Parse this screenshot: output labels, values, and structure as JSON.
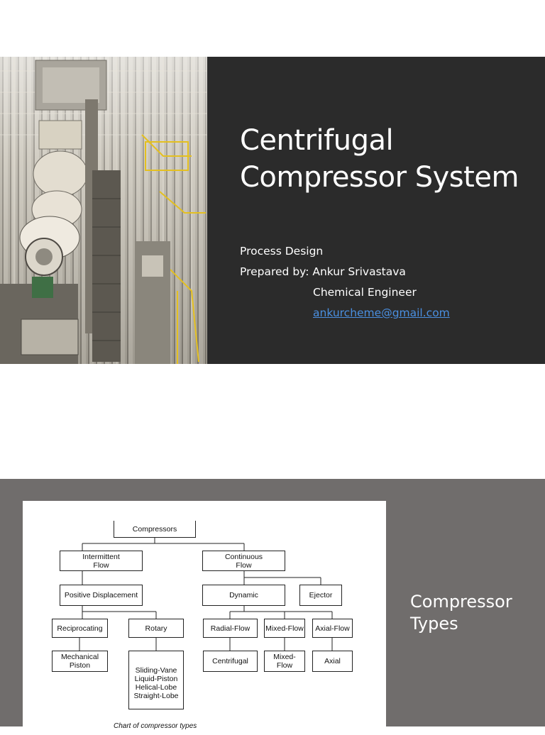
{
  "slide1": {
    "title_line1": "Centrifugal",
    "title_line2": "Compressor System",
    "subtitle": "Process Design",
    "prepared_by": "Prepared by: Ankur Srivastava",
    "role": "Chemical Engineer",
    "email": "ankurcheme@gmail.com",
    "photo": "industrial-compressor-photo"
  },
  "slide2": {
    "side_title": "Compressor Types",
    "chart": {
      "root": "Compressors",
      "intermittent": "Intermittent\nFlow",
      "continuous": "Continuous\nFlow",
      "positive_displacement": "Positive Displacement",
      "dynamic": "Dynamic",
      "ejector": "Ejector",
      "reciprocating": "Reciprocating",
      "rotary": "Rotary",
      "radial": "Radial-Flow",
      "mixed": "Mixed-Flow",
      "axial": "Axial-Flow",
      "mechanical_piston": "Mechanical\nPiston",
      "rotary_types": "Sliding-Vane\nLiquid-Piston\nHelical-Lobe\nStraight-Lobe",
      "centrifugal": "Centrifugal",
      "mixed_flow": "Mixed-\nFlow",
      "axial_leaf": "Axial",
      "caption": "Chart of compressor types"
    }
  },
  "colors": {
    "slide1_bg": "#2b2b2b",
    "slide2_bg": "#706d6c",
    "link": "#4a8fe0"
  }
}
